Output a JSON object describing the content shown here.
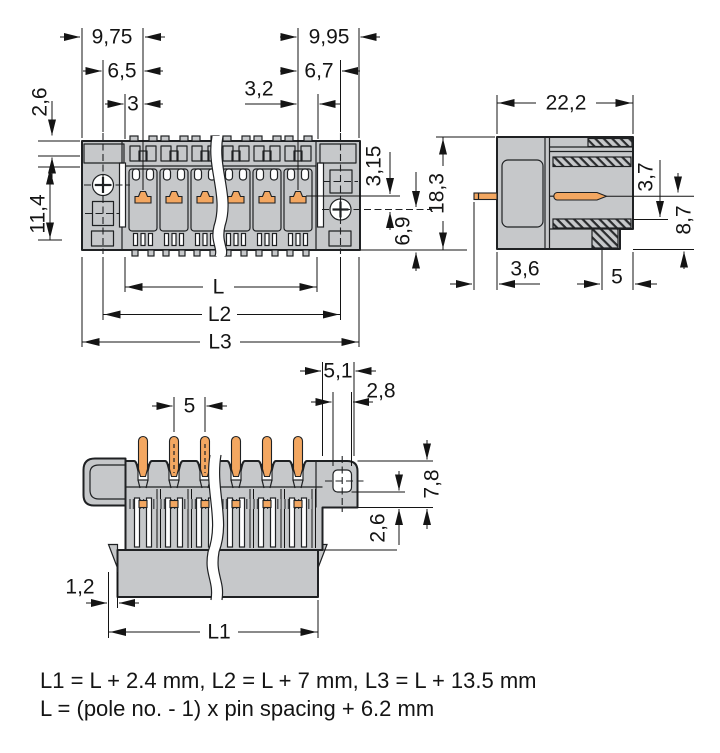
{
  "dims": {
    "top": {
      "w975": "9,75",
      "w65": "6,5",
      "w3": "3",
      "h26": "2,6",
      "h114": "11,4",
      "w32": "3,2",
      "w995": "9,95",
      "w67": "6,7",
      "h315": "3,15",
      "h69": "6,9",
      "l": "L",
      "l2": "L2",
      "l3": "L3"
    },
    "side": {
      "w222": "22,2",
      "h183": "18,3",
      "h37": "3,7",
      "h87": "8,7",
      "w36": "3,6",
      "w5": "5"
    },
    "bottom": {
      "p5": "5",
      "w51": "5,1",
      "w28": "2,8",
      "h78": "7,8",
      "h26": "2,6",
      "w12": "1,2",
      "l1": "L1"
    }
  },
  "notes": {
    "formula_l123": "L1 = L + 2.4 mm, L2 = L + 7 mm, L3 = L + 13.5 mm",
    "formula_l": "L = (pole no. - 1) x pin spacing + 6.2 mm"
  },
  "colors": {
    "body": "#c6c8ca",
    "contact": "#f3a761",
    "line": "#1f2123",
    "dim": "#141414",
    "background": "#ffffff"
  }
}
